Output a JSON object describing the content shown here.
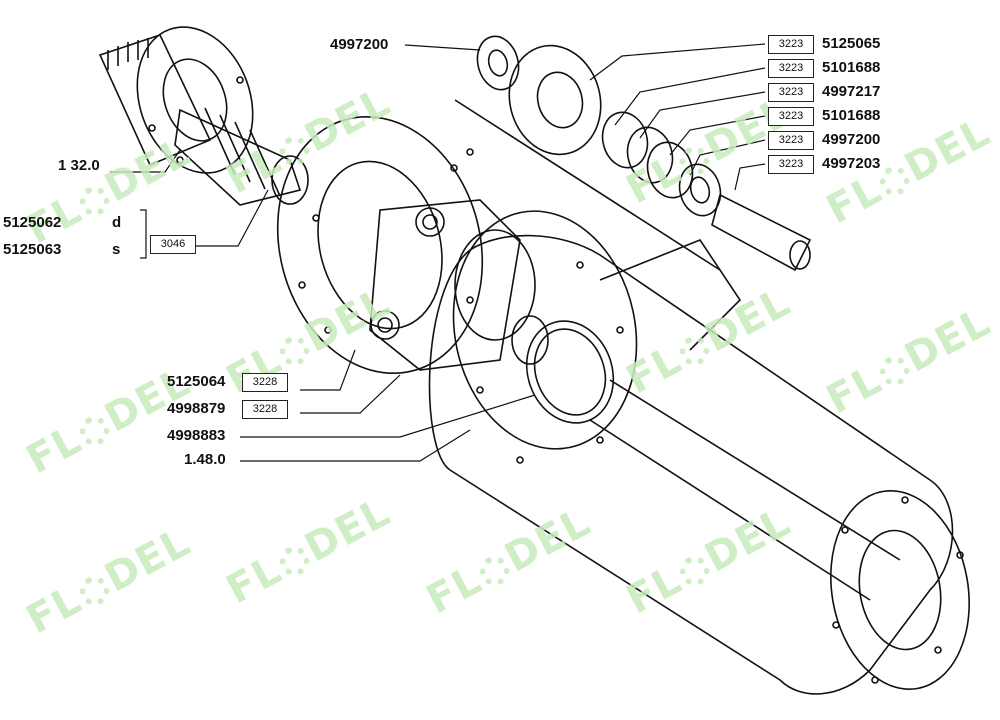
{
  "watermark": "FL",
  "watermark_tail": "DEL",
  "labels": {
    "p4997200_top": "4997200",
    "p5125065": "5125065",
    "p5101688_a": "5101688",
    "p4997217": "4997217",
    "p5101688_b": "5101688",
    "p4997200_b": "4997200",
    "p4997203": "4997203",
    "p1320": "1 32.0",
    "p5125062": "5125062",
    "p5125062_suffix": "d",
    "p5125063": "5125063",
    "p5125063_suffix": "s",
    "p5125064": "5125064",
    "p4998879": "4998879",
    "p4998883": "4998883",
    "p1480": "1.48.0"
  },
  "codes": {
    "c1": "3223",
    "c2": "3223",
    "c3": "3223",
    "c4": "3223",
    "c5": "3223",
    "c6": "3223",
    "c7": "3046",
    "c8": "3228",
    "c9": "3228"
  },
  "colors": {
    "watermark": "#c8ecbd",
    "line": "#111111"
  }
}
